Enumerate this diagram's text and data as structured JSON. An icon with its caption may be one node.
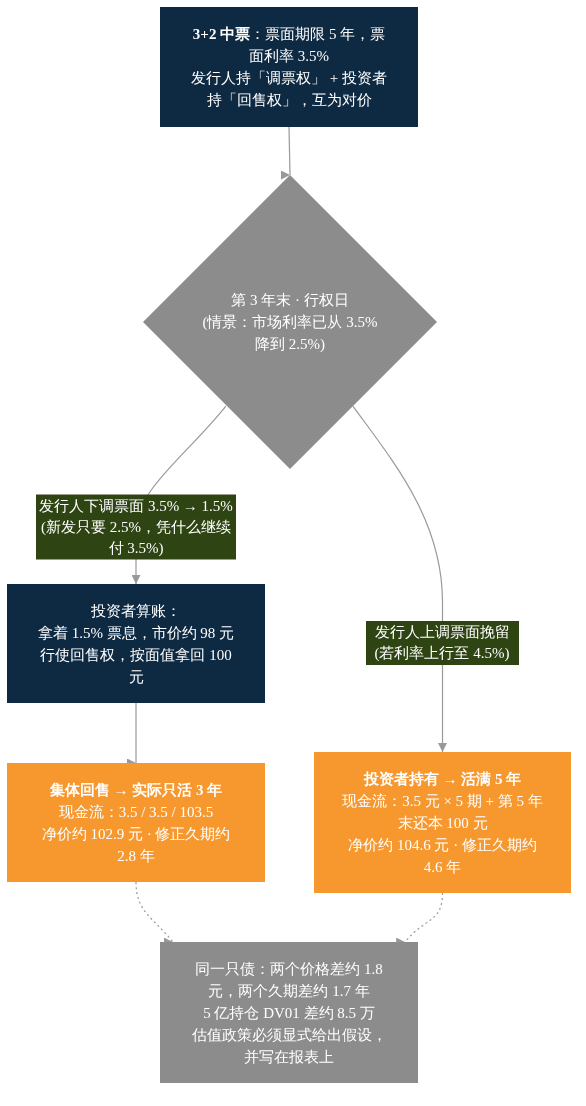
{
  "diagram": {
    "nodes": [
      {
        "text": [
          "**3+2 中票**：票面期限 5 年，票面利率 3.5%",
          "发行人持「调票权」 + 投资者持「回售权」，互为对价"
        ]
      },
      {
        "text": [
          "第 3 年末 · 行权日",
          "(情景：市场利率已从 3.5% 降到 2.5%)"
        ]
      },
      {
        "text": [
          "投资者算账：",
          "拿着 1.5% 票息，市价约 98 元",
          "行使回售权，按面值拿回 100 元"
        ]
      },
      {
        "text": [
          "集体回售 → 实际只活 3 年",
          "现金流：3.5 / 3.5 / 103.5",
          "净价约 102.9 元 · 修正久期约 2.8 年"
        ]
      },
      {
        "text": [
          "投资者持有 → 活满 5 年",
          "现金流：3.5 元 × 5 期 + 第 5 年末还本 100 元",
          "净价约 104.6 元 · 修正久期约 4.6 年"
        ]
      },
      {
        "text": [
          "同一只债：两个价格差约 1.8 元，两个久期差约 1.7 年",
          "5 亿持仓 DV01 差约 8.5 万",
          "估值政策必须显式给出假设，并写在报表上"
        ]
      }
    ],
    "edges": [
      {
        "from": 0,
        "to": 1,
        "arrow": "to"
      },
      {
        "from": 1,
        "to": 2,
        "arrow": "to",
        "label": "发行人下调票面 3.5% → 1.5% (新发只要 2.5%，凭什么继续付 3.5%)"
      },
      {
        "from": 1,
        "to": 4,
        "arrow": "to",
        "label": "发行人上调票面挽留 (若利率上行至 4.5%)"
      },
      {
        "from": 2,
        "to": 3,
        "arrow": "to"
      },
      {
        "from": 3,
        "to": 5,
        "arrow": "to",
        "style": "dashed"
      },
      {
        "from": 4,
        "to": 5,
        "arrow": "to",
        "style": "dashed"
      }
    ]
  }
}
